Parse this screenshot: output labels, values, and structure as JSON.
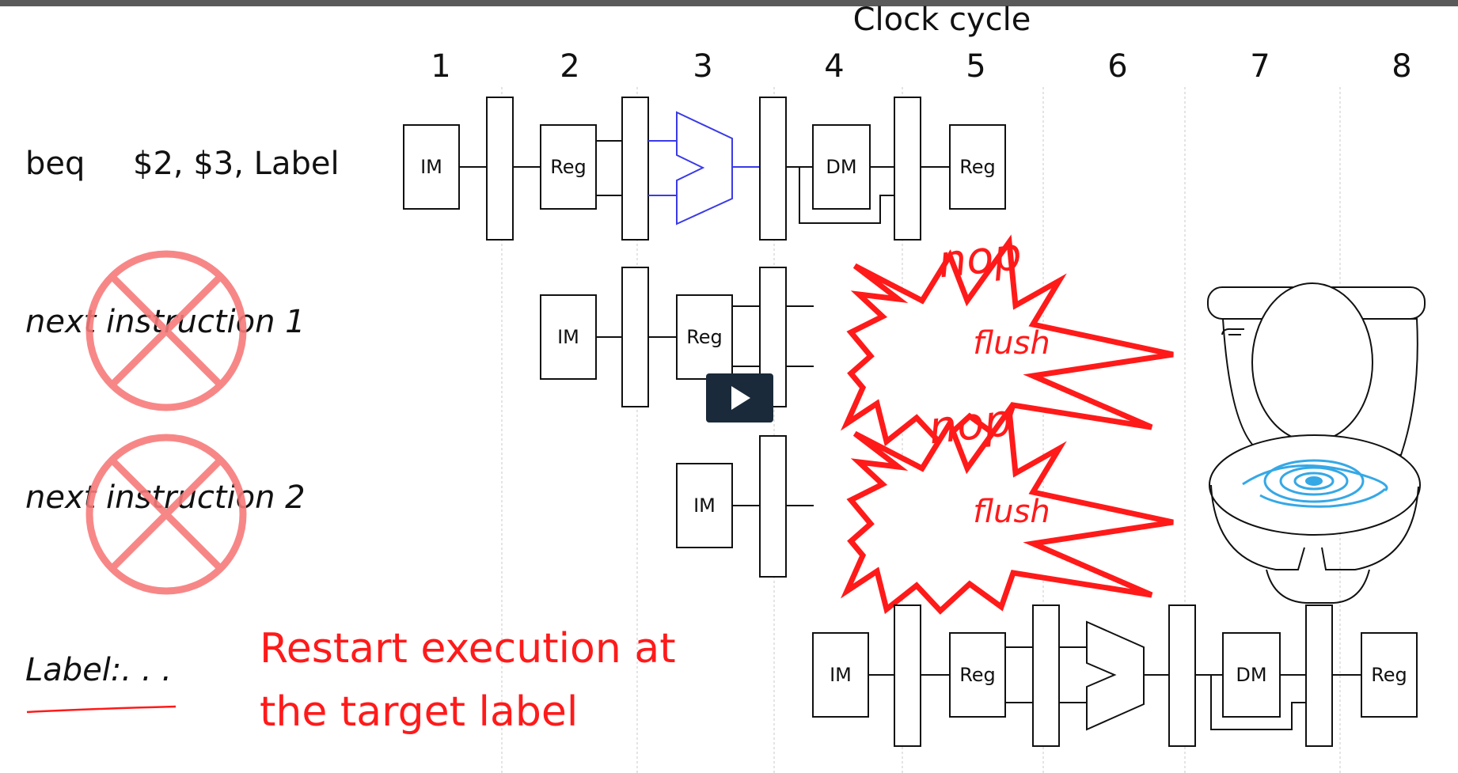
{
  "header": {
    "title": "Clock cycle"
  },
  "cycles": [
    "1",
    "2",
    "3",
    "4",
    "5",
    "6",
    "7",
    "8"
  ],
  "instructions": {
    "beq": {
      "op": "beq",
      "operands": "$2, $3, Label"
    },
    "next1": "next instruction 1",
    "next2": "next instruction 2",
    "label": "Label:. . ."
  },
  "stages": {
    "im": "IM",
    "reg": "Reg",
    "dm": "DM"
  },
  "annotations": {
    "nop": "nop",
    "flush": "flush",
    "restart_line1": "Restart execution at",
    "restart_line2": "the target label"
  },
  "colors": {
    "accent_red": "#ff1a1a",
    "cross_red": "#f77b7b",
    "alu_blue": "#3a3ae8",
    "swirl_blue": "#35a8e6"
  },
  "icons": {
    "play": "play-icon",
    "toilet": "toilet-icon",
    "cross": "cross-icon"
  }
}
